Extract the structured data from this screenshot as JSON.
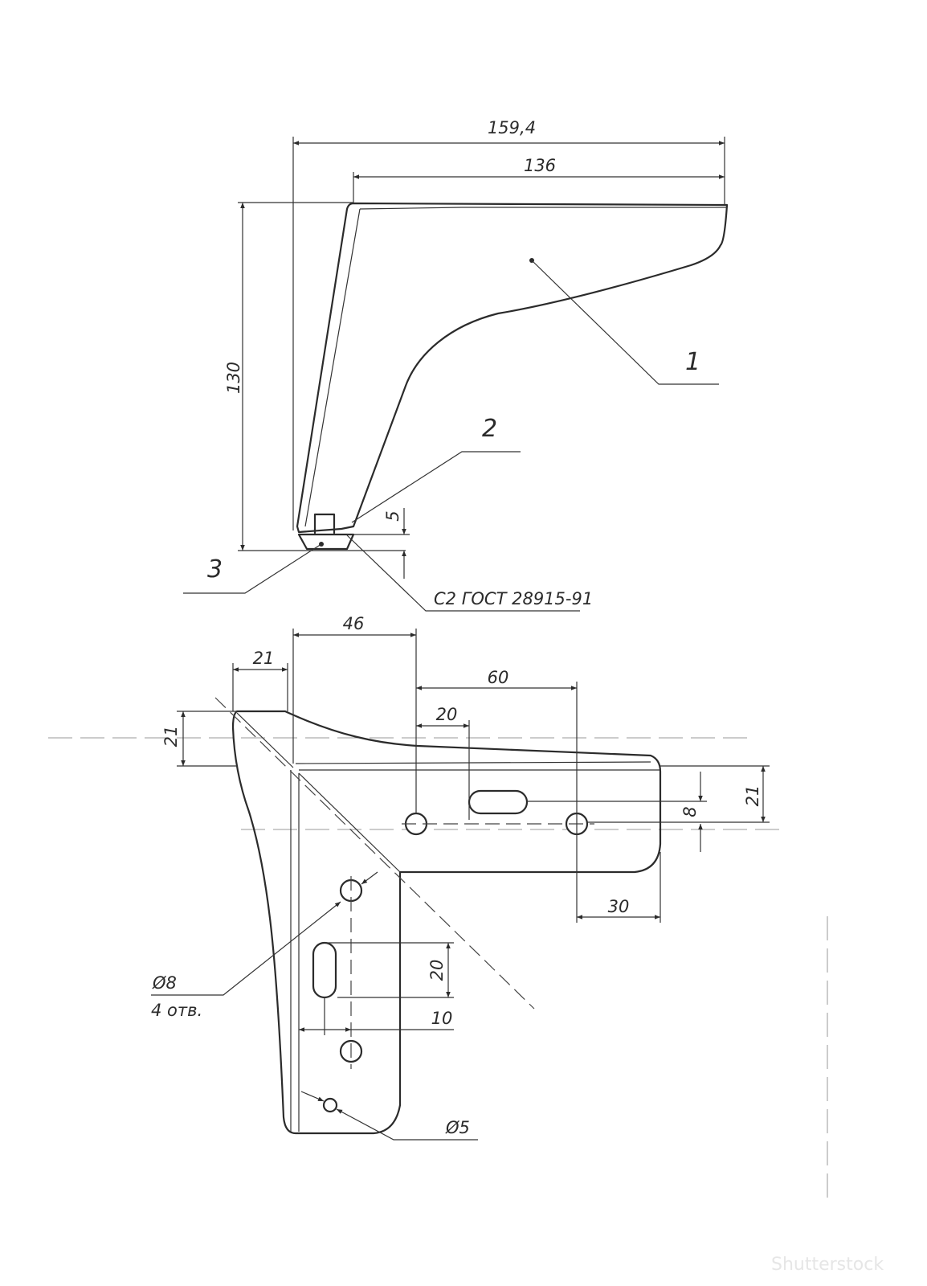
{
  "top_view": {
    "dim_overall_width": "159,4",
    "dim_top_width": "136",
    "dim_height": "130",
    "dim_thickness": "5",
    "callout_1": "1",
    "callout_2": "2",
    "callout_3": "3",
    "weld_note": "С2 ГОСТ 28915-91"
  },
  "bottom_view": {
    "dim_46": "46",
    "dim_21_top": "21",
    "dim_21_left": "21",
    "dim_60": "60",
    "dim_20_h": "20",
    "dim_21_right": "21",
    "dim_8": "8",
    "dim_30": "30",
    "dim_20_v": "20",
    "dim_10": "10",
    "hole_d8": "Ø8",
    "hole_d8_count": "4 отв.",
    "hole_d5": "Ø5"
  },
  "watermark": "Shutterstock"
}
